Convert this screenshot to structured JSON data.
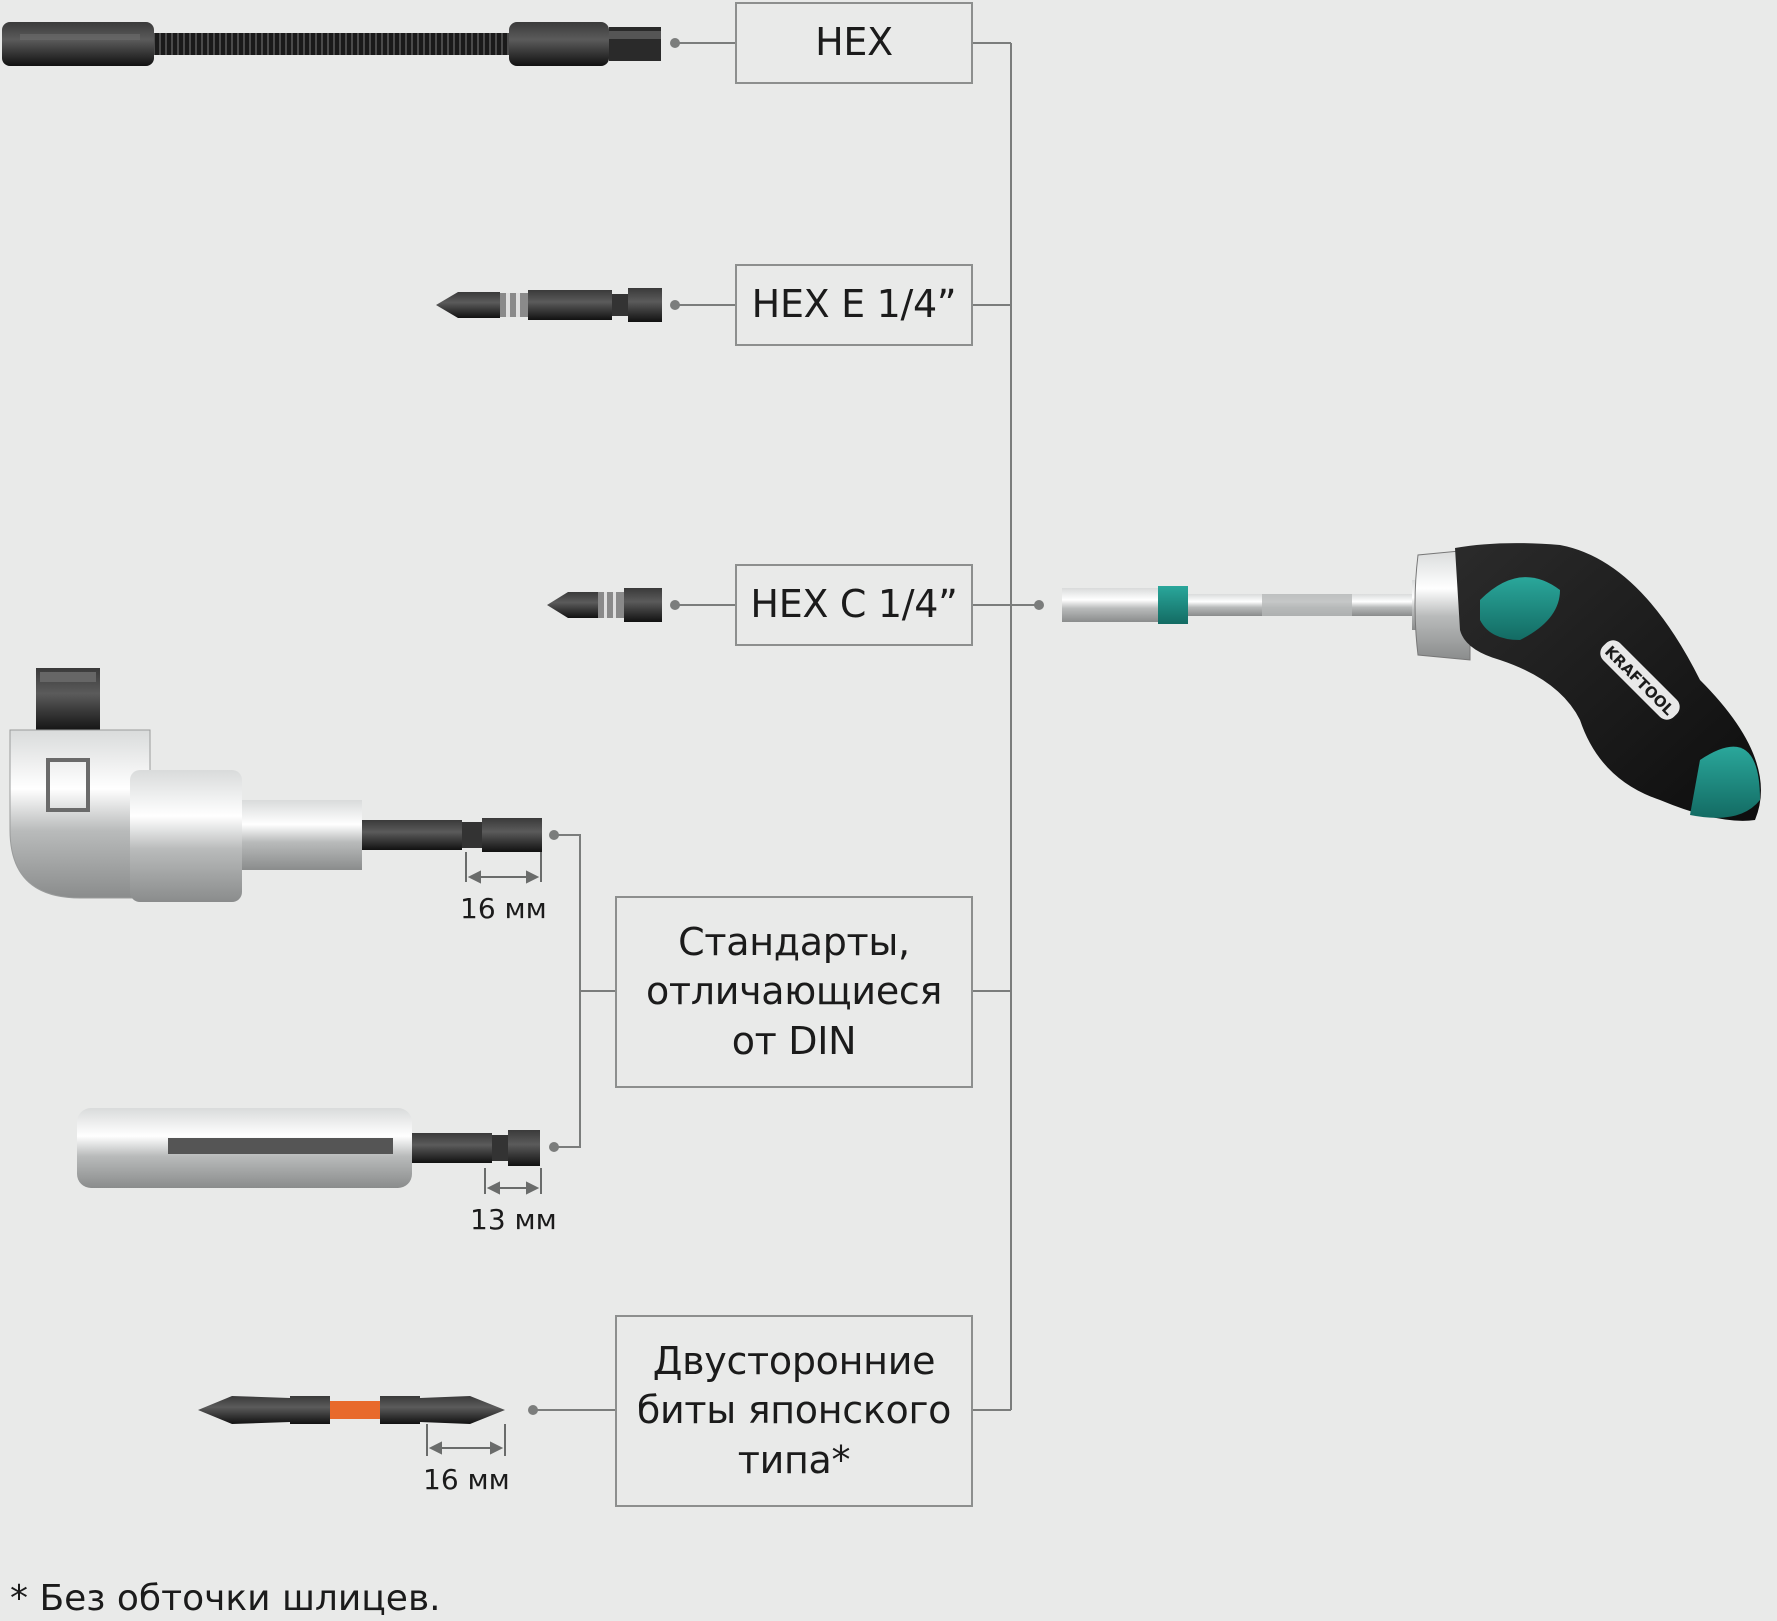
{
  "labels": {
    "hex": "HEX",
    "hex_e": "HEX E 1/4”",
    "hex_c": "HEX C 1/4”",
    "non_din": [
      "Стандарты,",
      "отличающиеся",
      "от DIN"
    ],
    "double_bits": [
      "Двусторонние",
      "биты японского",
      "типа*"
    ]
  },
  "dimensions": {
    "angle_adapter": "16 мм",
    "bit_holder": "13 мм",
    "double_bit": "16 мм"
  },
  "brand_on_handle": "KRAFTOOL",
  "footnote": "* Без обточки шлицев.",
  "colors": {
    "background": "#e9eae9",
    "line": "#7b7d7c",
    "accent_teal": "#1f8f85",
    "accent_orange": "#e86a2c",
    "metal_dark": "#2a2a2a"
  }
}
